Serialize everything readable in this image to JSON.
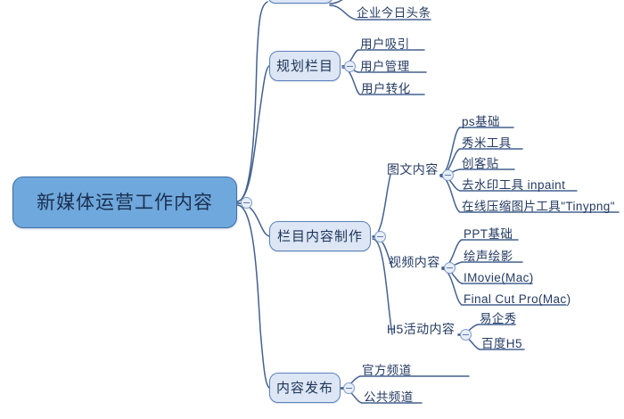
{
  "mindmap": {
    "title": "新媒体运营工作内容",
    "root": {
      "label": "新媒体运营工作内容",
      "color": "#6fa8dc"
    },
    "branches": [
      {
        "label": "",
        "clipped": true,
        "children": [
          {
            "label": "企业今日头条"
          }
        ]
      },
      {
        "label": "规划栏目",
        "children": [
          {
            "label": "用户吸引"
          },
          {
            "label": "用户管理"
          },
          {
            "label": "用户转化"
          }
        ]
      },
      {
        "label": "栏目内容制作",
        "children": [
          {
            "label": "图文内容",
            "children": [
              {
                "label": "ps基础"
              },
              {
                "label": "秀米工具"
              },
              {
                "label": "创客贴"
              },
              {
                "label": "去水印工具 inpaint"
              },
              {
                "label": "在线压缩图片工具\"Tinypng\""
              }
            ]
          },
          {
            "label": "视频内容",
            "children": [
              {
                "label": "PPT基础"
              },
              {
                "label": "绘声绘影"
              },
              {
                "label": "IMovie(Mac)"
              },
              {
                "label": "Final Cut Pro(Mac)"
              }
            ]
          },
          {
            "label": "H5活动内容",
            "children": [
              {
                "label": "易企秀"
              },
              {
                "label": "百度H5"
              }
            ]
          }
        ]
      },
      {
        "label": "内容发布",
        "children": [
          {
            "label": "官方频道"
          },
          {
            "label": "公共频道"
          }
        ]
      }
    ],
    "style": {
      "root_fill": "#6fa8dc",
      "root_border": "#3f6fa8",
      "node_fill": "#dde6f5",
      "node_border": "#5c82bd",
      "edge_color": "#44618f",
      "text_color": "#243b63",
      "background": "#ffffff"
    }
  }
}
